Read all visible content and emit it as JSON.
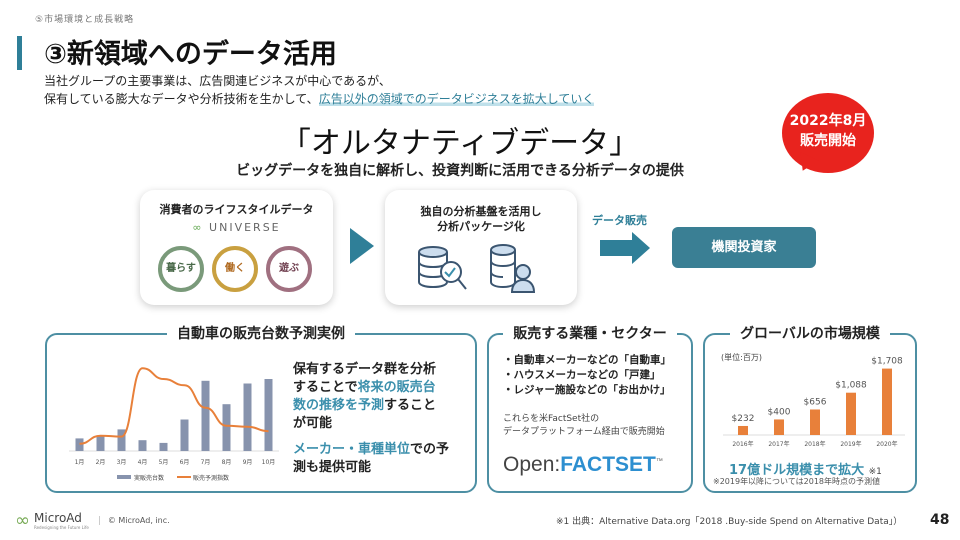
{
  "header": {
    "section": "⑤市場環境と成長戦略",
    "title": "③新領域へのデータ活用",
    "line1": "当社グループの主要事業は、広告関連ビジネスが中心であるが、",
    "line2_plain": "保有している膨大なデータや分析技術を生かして、",
    "line2_highlight": "広告以外の領域でのデータビジネスを拡大していく"
  },
  "hero": {
    "title": "「オルタナティブデータ」",
    "subtitle": "ビッグデータを独自に解析し、投資判断に活用できる分析データの提供",
    "badge_line1": "2022年8月",
    "badge_line2": "販売開始"
  },
  "flow": {
    "card1_title": "消費者のライフスタイルデータ",
    "universe": "UNIVERSE",
    "rings": [
      "暮らす",
      "働く",
      "遊ぶ"
    ],
    "card2_line1": "独自の分析基盤を活用し",
    "card2_line2": "分析パッケージ化",
    "sell_label": "データ販売",
    "target": "機関投資家"
  },
  "colors": {
    "accent": "#2f7f98",
    "red": "#e8231e",
    "orange": "#e8803a",
    "bar": "#8793ad"
  },
  "car": {
    "title": "自動車の販売台数予測実例",
    "p1a": "保有するデータ群を分析",
    "p1b": "することで",
    "p1c": "将来の販売台",
    "p1d": "数の推移を予測",
    "p1e": "すること",
    "p1f": "が可能",
    "p2a": "メーカー・車種単位",
    "p2b": "での予",
    "p2c": "測も提供可能"
  },
  "sector": {
    "title": "販売する業種・セクター",
    "items": [
      "・自動車メーカーなどの「自動車」",
      "・ハウスメーカーなどの「戸建」",
      "・レジャー施設などの「お出かけ」"
    ],
    "note1": "これらを米FactSet社の",
    "note2": "データプラットフォーム経由で販売開始",
    "logo_open": "Open:",
    "logo_factset": "FACTSET",
    "logo_tm": "™"
  },
  "market": {
    "title": "グローバルの市場規模",
    "unit": "(単位:百万)",
    "headline": "17億ドル規模まで拡大",
    "ref": "※1",
    "footnote": "※2019年以降については2018年時点の予測値"
  },
  "chart_data": [
    {
      "type": "bar+line",
      "title": "自動車の販売台数予測実例",
      "categories": [
        "1月",
        "2月",
        "3月",
        "4月",
        "5月",
        "6月",
        "7月",
        "8月",
        "9月",
        "10月"
      ],
      "series": [
        {
          "name": "実販売台数",
          "type": "bar",
          "values": [
            14,
            17,
            24,
            12,
            9,
            35,
            78,
            52,
            75,
            80
          ]
        },
        {
          "name": "販売予測指数",
          "type": "line",
          "values": [
            8,
            17,
            16,
            92,
            80,
            73,
            48,
            28,
            27,
            22
          ]
        }
      ],
      "ylim": [
        0,
        100
      ],
      "legend": "bottom"
    },
    {
      "type": "bar",
      "title": "グローバルの市場規模",
      "categories": [
        "2016年",
        "2017年",
        "2018年",
        "2019年",
        "2020年"
      ],
      "values": [
        232,
        400,
        656,
        1088,
        1708
      ],
      "labels": [
        "$232",
        "$400",
        "$656",
        "$1,088",
        "$1,708"
      ],
      "ylim": [
        0,
        1800
      ]
    }
  ],
  "footer": {
    "brand": "MicroAd",
    "tagline": "Redesigning the Future Life",
    "copyright": "© MicroAd, inc.",
    "source": "※1 出典：Alternative Data.org「2018 .Buy-side Spend on Alternative Data」）",
    "page": "48"
  }
}
